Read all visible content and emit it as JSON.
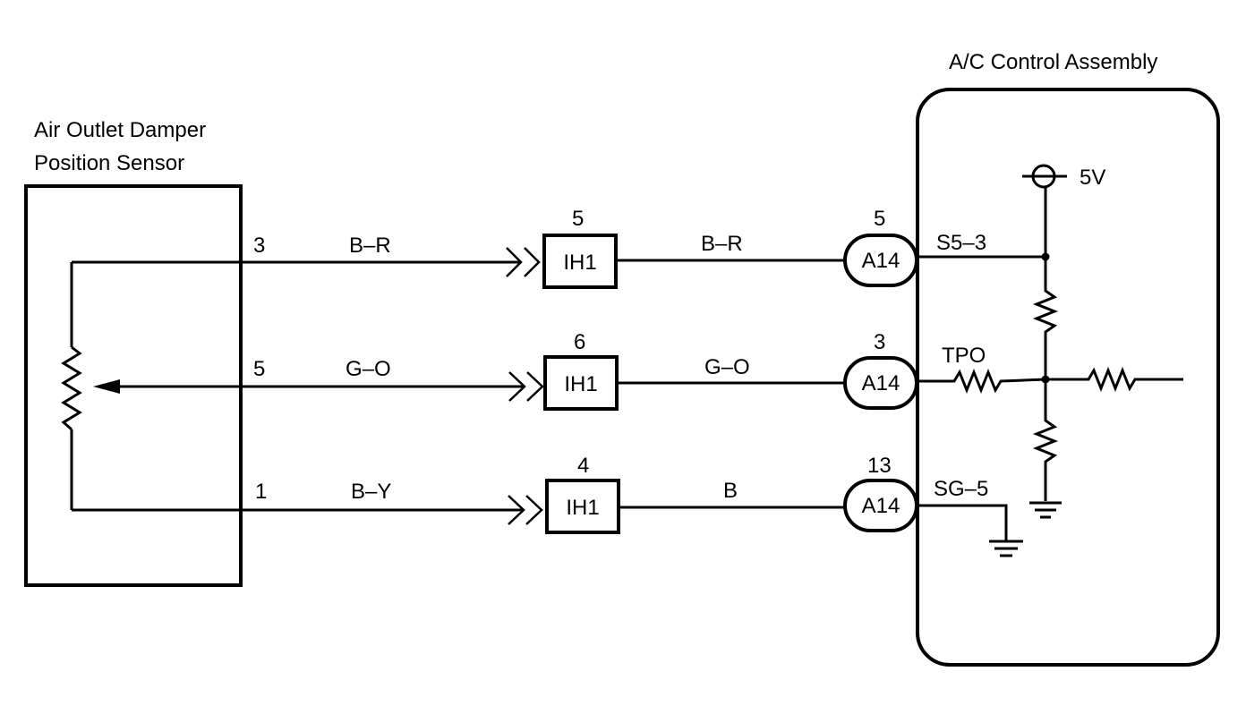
{
  "diagram": {
    "sensor": {
      "title_line1": "Air Outlet Damper",
      "title_line2": "Position Sensor"
    },
    "ecu": {
      "title": "A/C Control Assembly",
      "supply_label": "5V",
      "terminal_s5": "S5–3",
      "terminal_tpo": "TPO",
      "terminal_sg": "SG–5"
    },
    "circuits": [
      {
        "sensor_pin": "3",
        "wire_left": "B–R",
        "ih1_pin": "5",
        "ih1_label": "IH1",
        "wire_right": "B–R",
        "a14_pin": "5",
        "a14_label": "A14"
      },
      {
        "sensor_pin": "5",
        "wire_left": "G–O",
        "ih1_pin": "6",
        "ih1_label": "IH1",
        "wire_right": "G–O",
        "a14_pin": "3",
        "a14_label": "A14"
      },
      {
        "sensor_pin": "1",
        "wire_left": "B–Y",
        "ih1_pin": "4",
        "ih1_label": "IH1",
        "wire_right": "B",
        "a14_pin": "13",
        "a14_label": "A14"
      }
    ]
  }
}
